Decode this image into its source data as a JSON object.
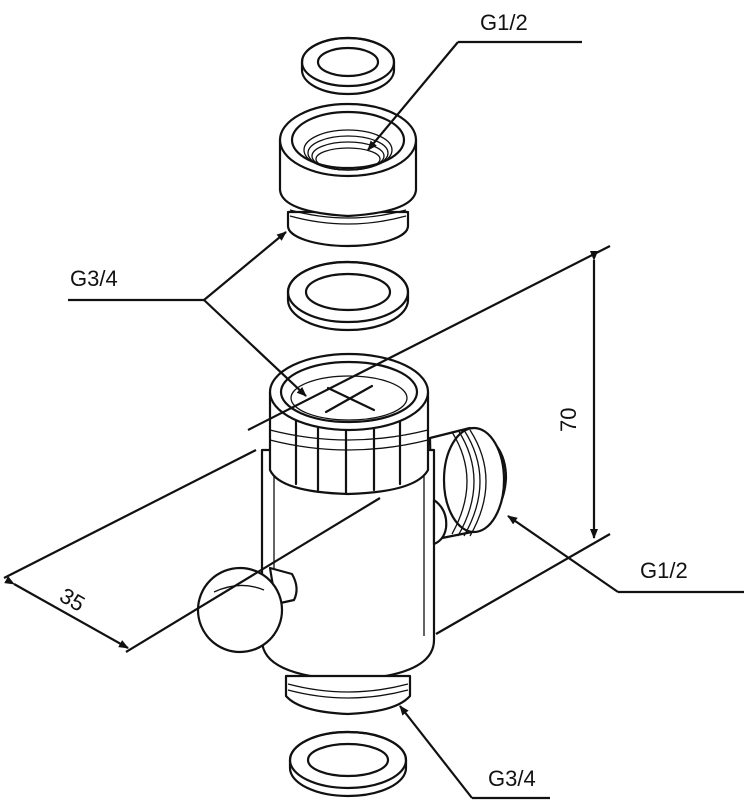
{
  "labels": {
    "top_right": "G1/2",
    "left_middle": "G3/4",
    "right_port": "G1/2",
    "bottom": "G3/4",
    "dim_height": "70",
    "dim_depth": "35"
  }
}
